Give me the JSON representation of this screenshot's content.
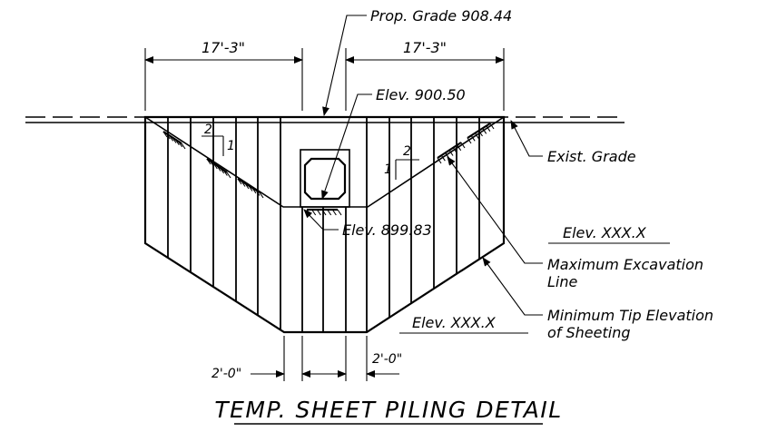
{
  "title": "TEMP. SHEET PILING DETAIL",
  "labels": {
    "prop_grade": "Prop. Grade 908.44",
    "elev_top": "Elev. 900.50",
    "elev_bottom": "Elev. 899.83",
    "exist_grade": "Exist. Grade",
    "elev_xxx_right": "Elev. XXX.X",
    "max_excavation_1": "Maximum Excavation",
    "max_excavation_2": "Line",
    "min_tip_1": "Minimum Tip Elevation",
    "min_tip_2": "of Sheeting",
    "elev_xxx_bottom": "Elev. XXX.X"
  },
  "dimensions": {
    "left_top": "17'-3\"",
    "right_top": "17'-3\"",
    "bottom_left": "2'-0\"",
    "bottom_right": "2'-0\""
  },
  "slopes": {
    "left_run": "2",
    "left_rise": "1",
    "right_run": "2",
    "right_rise": "1"
  },
  "colors": {
    "line": "#000000",
    "background": "#ffffff"
  }
}
